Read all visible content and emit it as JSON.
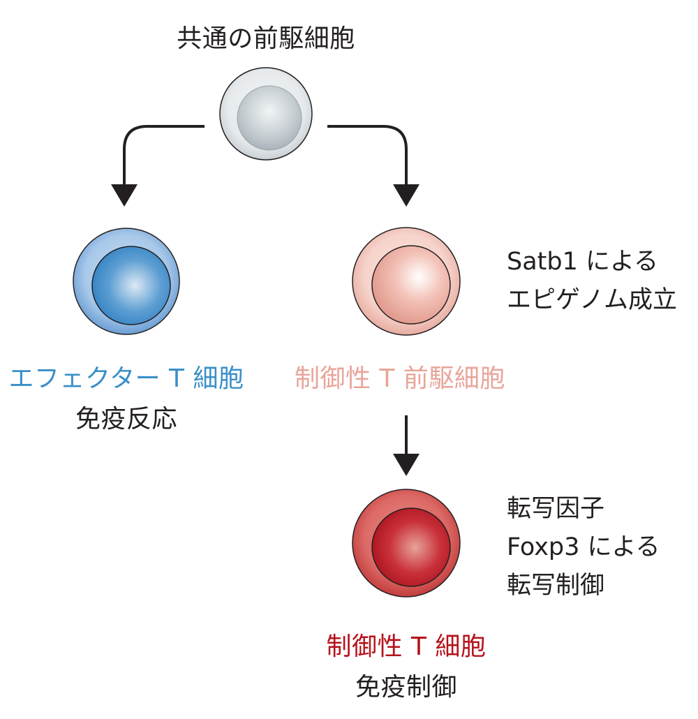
{
  "progenitor": {
    "title": "共通の前駆細胞"
  },
  "effector": {
    "title": "エフェクター T 細胞",
    "function": "免疫反応",
    "color": "#3a8fc8"
  },
  "treg_precursor": {
    "title": "制御性 T 前駆細胞",
    "color": "#e8a59a",
    "note_line1": "Satb1 による",
    "note_line2": "エピゲノム成立"
  },
  "treg": {
    "title": "制御性 T 細胞",
    "function": "免疫制御",
    "color": "#b5121b",
    "note_line1": "転写因子",
    "note_line2": "Foxp3 による",
    "note_line3": "転写制御"
  }
}
